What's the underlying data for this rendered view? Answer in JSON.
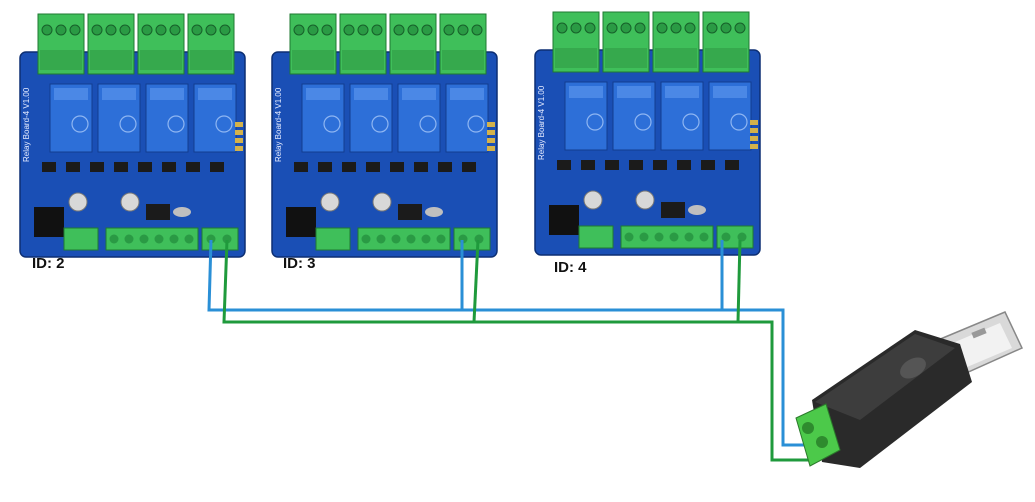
{
  "boards": [
    {
      "id_label": "ID: 2",
      "board_text": "Relay Board-4 V1.00"
    },
    {
      "id_label": "ID: 3",
      "board_text": "Relay Board-4 V1.00"
    },
    {
      "id_label": "ID: 4",
      "board_text": "Relay Board-4 V1.00"
    }
  ],
  "wires": {
    "a_color": "#2a8fd6",
    "b_color": "#1f9a3c"
  },
  "board_colors": {
    "pcb": "#1a4fb5",
    "terminal": "#3fbf5a",
    "relay": "#2d6fd8"
  },
  "adapter": {
    "body_color": "#2a2a2a",
    "terminal_color": "#4cc94a"
  }
}
